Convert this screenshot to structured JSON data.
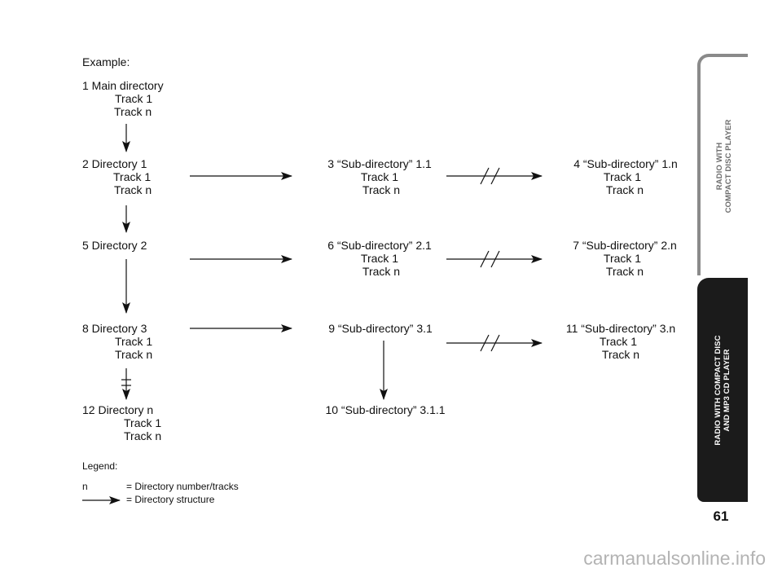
{
  "example_label": "Example:",
  "nodes": {
    "main_directory": {
      "title": "1 Main directory",
      "track1": "Track 1",
      "trackn": "Track n"
    },
    "directory_1": {
      "title": "2 Directory 1",
      "track1": "Track 1",
      "trackn": "Track n"
    },
    "directory_2": {
      "title": "5 Directory 2"
    },
    "directory_3": {
      "title": "8 Directory 3",
      "track1": "Track 1",
      "trackn": "Track n"
    },
    "directory_n": {
      "title": "12 Directory n",
      "track1": "Track 1",
      "trackn": "Track n"
    },
    "sub_1_1": {
      "title": "3 “Sub-directory” 1.1",
      "track1": "Track 1",
      "trackn": "Track n"
    },
    "sub_1_n": {
      "title": "4 “Sub-directory” 1.n",
      "track1": "Track 1",
      "trackn": "Track n"
    },
    "sub_2_1": {
      "title": "6 “Sub-directory” 2.1",
      "track1": "Track 1",
      "trackn": "Track n"
    },
    "sub_2_n": {
      "title": "7 “Sub-directory” 2.n",
      "track1": "Track 1",
      "trackn": "Track n"
    },
    "sub_3_1": {
      "title": "9 “Sub-directory” 3.1"
    },
    "sub_3_n": {
      "title": "11 “Sub-directory” 3.n",
      "track1": "Track 1",
      "trackn": "Track n"
    },
    "sub_3_1_1": {
      "title": "10 “Sub-directory” 3.1.1"
    }
  },
  "legend": {
    "title": "Legend:",
    "n_symbol": "n",
    "n_desc": "= Directory number/tracks",
    "arrow_desc": "= Directory structure"
  },
  "side_tabs": {
    "top_line1": "RADIO WITH",
    "top_line2": "COMPACT DISC PLAYER",
    "bottom_line1": "RADIO WITH COMPACT DISC",
    "bottom_line2": "AND MP3 CD PLAYER"
  },
  "page_number": "61",
  "watermark": "carmanualsonline.info",
  "colors": {
    "text": "#111111",
    "tab_dark": "#1b1b1b",
    "tab_border": "#8a8a8a",
    "watermark": "#b3b3b3"
  }
}
